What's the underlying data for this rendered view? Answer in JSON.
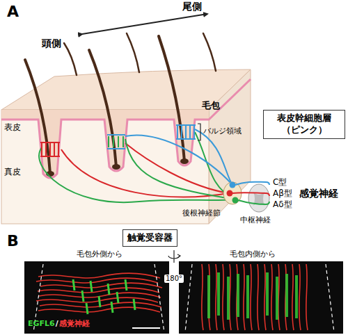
{
  "diagram": {
    "nodes": [
      {
        "text": [
          "表皮幹細胞層 （ピンク）"
        ]
      },
      {
        "text": [
          "触覚受容器"
        ]
      }
    ],
    "labels": [
      "A",
      "尾側",
      "頭側",
      "表皮",
      "真皮",
      "毛包",
      "バルジ領域",
      "C型",
      "Aβ型",
      "Aδ型",
      "感覚神経",
      "後根神経節",
      "中枢神経",
      "B",
      "毛包外側から",
      "180°",
      "毛包内側から",
      "EGFL6",
      "/",
      "感覚神経"
    ]
  }
}
